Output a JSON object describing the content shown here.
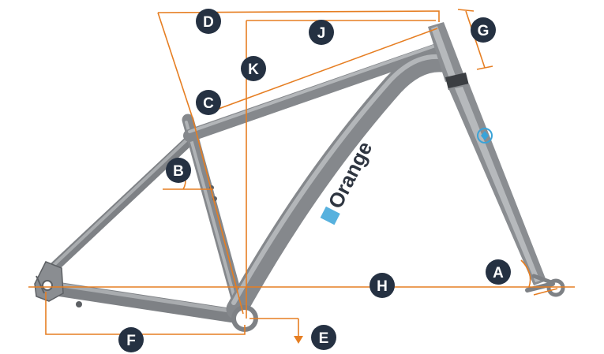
{
  "colors": {
    "frame": "#8f9296",
    "frame_dark": "#5d6064",
    "frame_light": "#b9bcbf",
    "measure": "#e67e22",
    "badge": "#253142",
    "accent": "#3aa3d8",
    "brand": "#2e3540"
  },
  "brand": {
    "name": "Orange"
  },
  "labels": {
    "A": "A",
    "B": "B",
    "C": "C",
    "D": "D",
    "E": "E",
    "F": "F",
    "G": "G",
    "H": "H",
    "J": "J",
    "K": "K"
  }
}
